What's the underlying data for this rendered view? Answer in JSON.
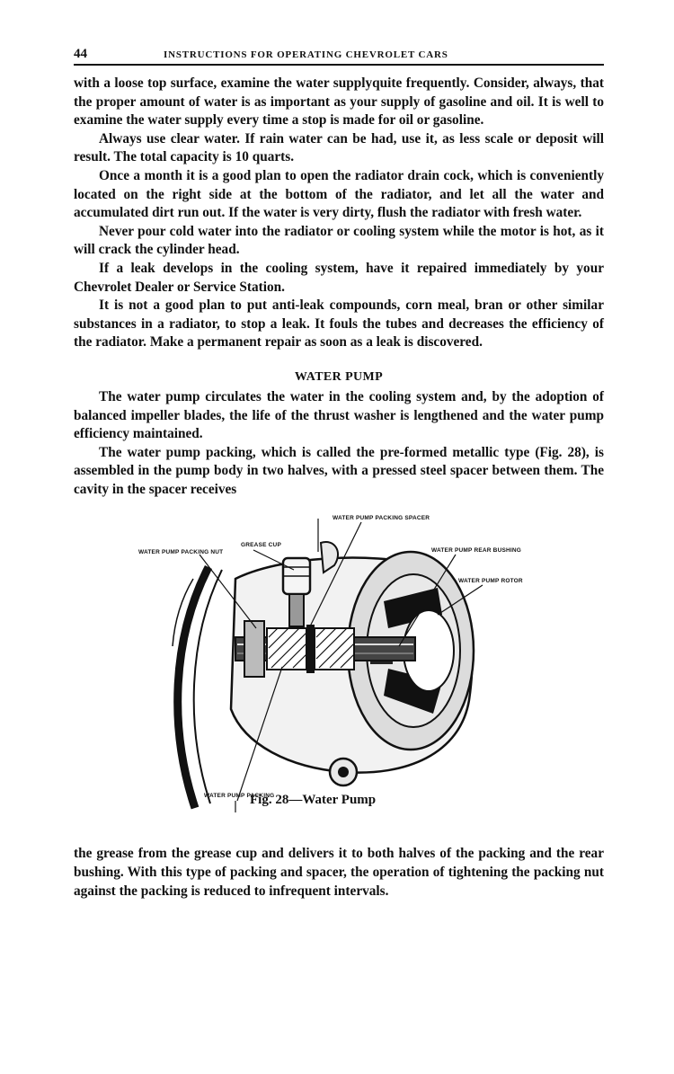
{
  "header": {
    "page_number": "44",
    "running_title": "INSTRUCTIONS FOR OPERATING CHEVROLET CARS"
  },
  "paragraphs_top": [
    "with a loose top surface, examine the water supplyquite frequently. Consider, always, that the proper amount of water is as important as your supply of gasoline and oil. It is well to examine the water supply every time a stop is made for oil or gasoline.",
    "Always use clear water. If rain water can be had, use it, as less scale or deposit will result. The total capacity is 10 quarts.",
    "Once a month it is a good plan to open the radiator drain cock, which is conveniently located on the right side at the bottom of the radiator, and let all the water and accumulated dirt run out. If the water is very dirty, flush the radiator with fresh water.",
    "Never pour cold water into the radiator or cooling system while the motor is hot, as it will crack the cylinder head.",
    "If a leak develops in the cooling system, have it repaired immediately by your Chevrolet Dealer or Service Station.",
    "It is not a good plan to put anti-leak compounds, corn meal, bran or other similar substances in a radiator, to stop a leak. It fouls the tubes and decreases the efficiency of the radiator. Make a permanent repair as soon as a leak is discovered."
  ],
  "section": {
    "title": "WATER PUMP",
    "paragraphs": [
      "The water pump circulates the water in the cooling system and, by the adoption of balanced impeller blades, the life of the thrust washer is lengthened and the water pump efficiency maintained.",
      "The water pump packing, which is called the pre-formed metallic type (Fig. 28), is assembled in the pump body in two halves, with a pressed steel spacer between them. The cavity in the spacer receives"
    ]
  },
  "figure": {
    "labels": {
      "spacer": "WATER PUMP PACKING SPACER",
      "grease_cup": "GREASE CUP",
      "packing_nut": "WATER PUMP PACKING NUT",
      "rear_bushing": "WATER PUMP REAR BUSHING",
      "rotor": "WATER PUMP ROTOR",
      "packing": "WATER PUMP PACKING"
    },
    "caption": "Fig. 28—Water Pump"
  },
  "paragraphs_bottom": [
    "the grease from the grease cup and delivers it to both halves of the packing and the rear bushing. With this type of packing and spacer, the operation of tightening the packing nut against the packing is reduced to infrequent intervals."
  ]
}
